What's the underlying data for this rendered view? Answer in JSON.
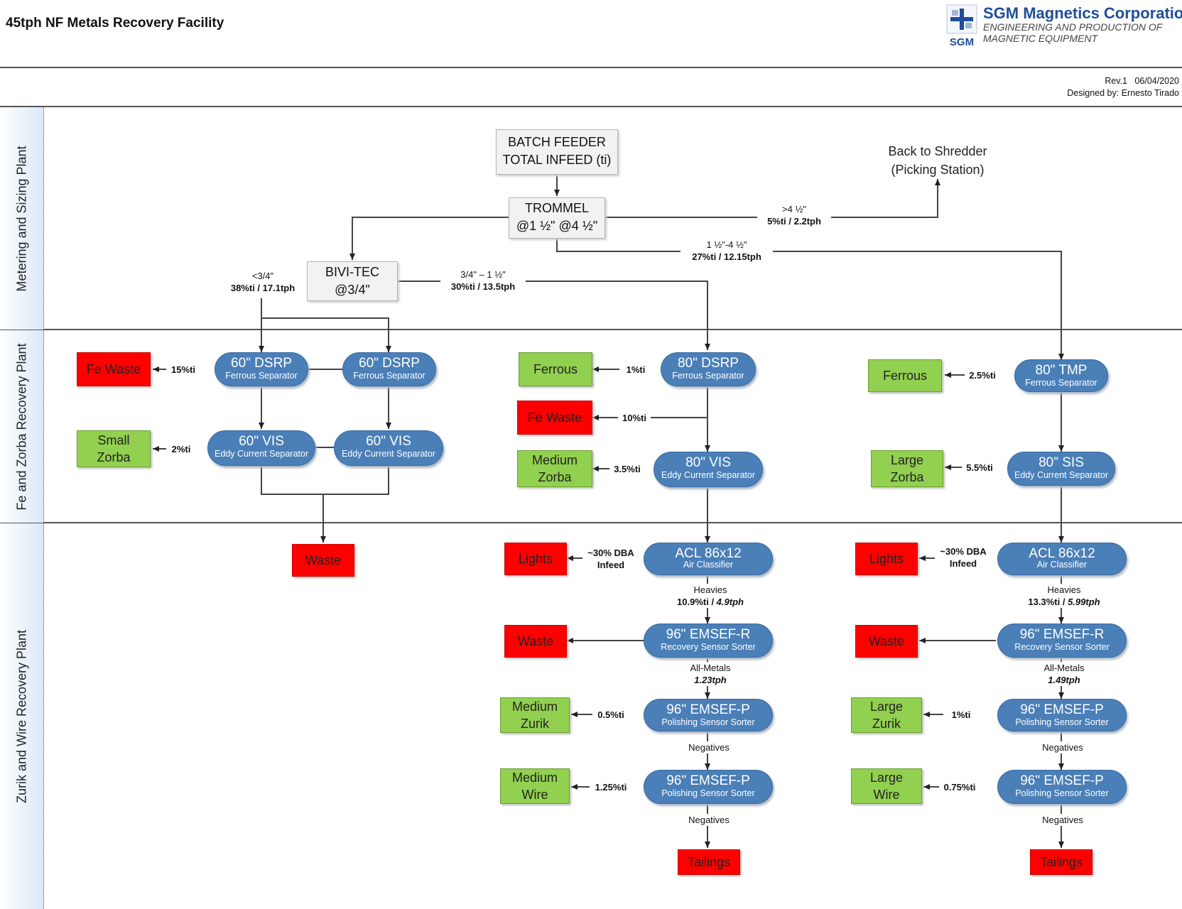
{
  "header": {
    "title": "45tph NF Metals Recovery Facility",
    "company": "SGM Magnetics Corporation",
    "tagline_1": "ENGINEERING AND PRODUCTION OF",
    "tagline_2": "MAGNETIC EQUIPMENT",
    "logo_text": "SGM",
    "revision": "Rev.1   06/04/2020",
    "designer": "Designed by: Ernesto Tirado"
  },
  "lanes": {
    "metering": "Metering and Sizing Plant",
    "fe_zorba": "Fe and Zorba Recovery Plant",
    "zurik_wire": "Zurik and Wire Recovery Plant"
  },
  "colors": {
    "pill": "#4a7fb8",
    "reject": "#ff0000",
    "product": "#92d050"
  },
  "metering": {
    "feeder_1": "BATCH FEEDER",
    "feeder_2": "TOTAL INFEED (ti)",
    "trommel_1": "TROMMEL",
    "trommel_2": "@1 ½\" @4 ½\"",
    "bivitec_1": "BIVI-TEC",
    "bivitec_2": "@3/4\"",
    "back_1": "Back to Shredder",
    "back_2": "(Picking Station)",
    "over_4_size": ">4 ½\"",
    "over_4_rate": "5%ti / 2.2tph",
    "mid_size": "1 ½\"-4 ½\"",
    "mid_rate": "27%ti / 12.15tph",
    "fine_size": "<3/4\"",
    "fine_rate": "38%ti / 17.1tph",
    "small_size": "3/4\" – 1 ½\"",
    "small_rate": "30%ti / 13.5tph"
  },
  "left": {
    "dsrp_a": "60\" DSRP",
    "dsrp_a_sub": "Ferrous Separator",
    "dsrp_b": "60\" DSRP",
    "dsrp_b_sub": "Ferrous Separator",
    "vis_a": "60\" VIS",
    "vis_a_sub": "Eddy Current Separator",
    "vis_b": "60\" VIS",
    "vis_b_sub": "Eddy Current Separator",
    "fe_waste": "Fe Waste",
    "fe_waste_pct": "15%ti",
    "zorba_1": "Small",
    "zorba_2": "Zorba",
    "zorba_pct": "2%ti",
    "waste": "Waste"
  },
  "middle": {
    "dsrp": "80\" DSRP",
    "dsrp_sub": "Ferrous Separator",
    "ferrous": "Ferrous",
    "ferrous_pct": "1%ti",
    "fe_waste": "Fe Waste",
    "fe_waste_pct": "10%ti",
    "vis": "80\" VIS",
    "vis_sub": "Eddy Current Separator",
    "zorba_1": "Medium",
    "zorba_2": "Zorba",
    "zorba_pct": "3.5%ti",
    "acl": "ACL 86x12",
    "acl_sub": "Air Classifier",
    "lights": "Lights",
    "lights_pct": "~30% DBA",
    "lights_pct2": "Infeed",
    "heavies": "Heavies",
    "heavies_pct": "10.9%ti / ",
    "heavies_rate": "4.9tph",
    "emsef_r": "96\" EMSEF-R",
    "emsef_r_sub": "Recovery Sensor Sorter",
    "waste": "Waste",
    "allmetals": "All-Metals",
    "allmetals_rate": "1.23tph",
    "emsef_p1": "96\" EMSEF-P",
    "emsef_p1_sub": "Polishing Sensor Sorter",
    "zurik_1": "Medium",
    "zurik_2": "Zurik",
    "zurik_pct": "0.5%ti",
    "neg1": "Negatives",
    "emsef_p2": "96\" EMSEF-P",
    "emsef_p2_sub": "Polishing Sensor Sorter",
    "wire_1": "Medium",
    "wire_2": "Wire",
    "wire_pct": "1.25%ti",
    "neg2": "Negatives",
    "tailings": "Tailings"
  },
  "right": {
    "tmp": "80\" TMP",
    "tmp_sub": "Ferrous Separator",
    "ferrous": "Ferrous",
    "ferrous_pct": "2.5%ti",
    "sis": "80\" SIS",
    "sis_sub": "Eddy Current Separator",
    "zorba_1": "Large",
    "zorba_2": "Zorba",
    "zorba_pct": "5.5%ti",
    "acl": "ACL 86x12",
    "acl_sub": "Air Classifier",
    "lights": "Lights",
    "lights_pct": "~30% DBA",
    "lights_pct2": "Infeed",
    "heavies": "Heavies",
    "heavies_pct": "13.3%ti / ",
    "heavies_rate": "5.99tph",
    "emsef_r": "96\" EMSEF-R",
    "emsef_r_sub": "Recovery Sensor Sorter",
    "waste": "Waste",
    "allmetals": "All-Metals",
    "allmetals_rate": "1.49tph",
    "emsef_p1": "96\" EMSEF-P",
    "emsef_p1_sub": "Polishing Sensor Sorter",
    "zurik_1": "Large",
    "zurik_2": "Zurik",
    "zurik_pct": "1%ti",
    "neg1": "Negatives",
    "emsef_p2": "96\" EMSEF-P",
    "emsef_p2_sub": "Polishing Sensor Sorter",
    "wire_1": "Large",
    "wire_2": "Wire",
    "wire_pct": "0.75%ti",
    "neg2": "Negatives",
    "tailings": "Tailings"
  }
}
